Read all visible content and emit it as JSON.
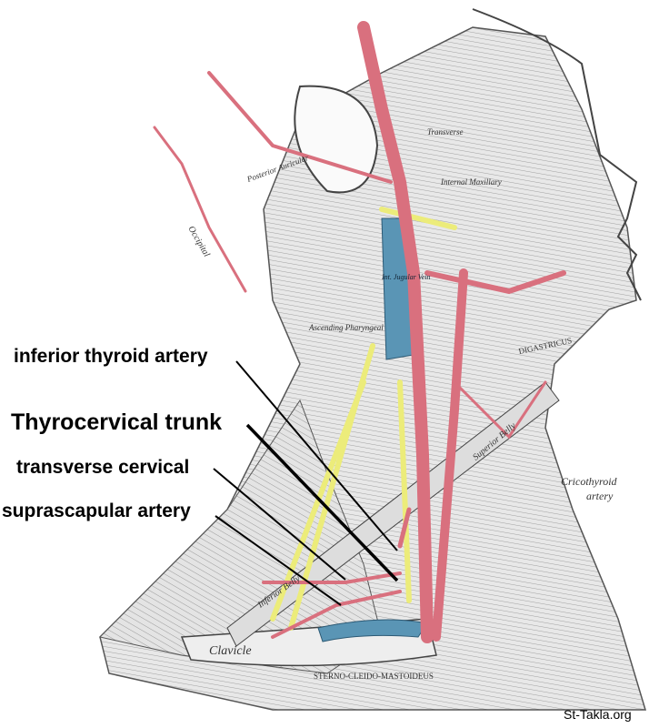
{
  "labels": {
    "inferior_thyroid": "inferior thyroid artery",
    "thyrocervical": "Thyrocervical trunk",
    "transverse_cervical": "transverse cervical",
    "suprascapular": "suprascapular artery"
  },
  "printed_terms": {
    "cricothyroid_1": "Cricothyroid",
    "cricothyroid_2": "artery",
    "clavicle": "Clavicle",
    "sterno_cleido": "STERNO-CLEIDO-MASTOIDEUS",
    "occipital": "Occipital",
    "posterior_auricular": "Posterior Auricular",
    "transverse": "Transverse",
    "internal_maxillary": "Internal Maxillary",
    "ascending_pharyngeal": "Ascending Pharyngeal",
    "digastricus": "DIGASTRICUS",
    "superior_belly": "Superior Belly",
    "inferior_belly": "Inferior Belly",
    "int_jugular": "Int. Jugular Vein"
  },
  "watermark": "St-Takla.org",
  "colors": {
    "artery": "#d9707e",
    "nerve": "#ecec7a",
    "vein": "#5a95b5",
    "muscle": "#d8d8d8"
  }
}
